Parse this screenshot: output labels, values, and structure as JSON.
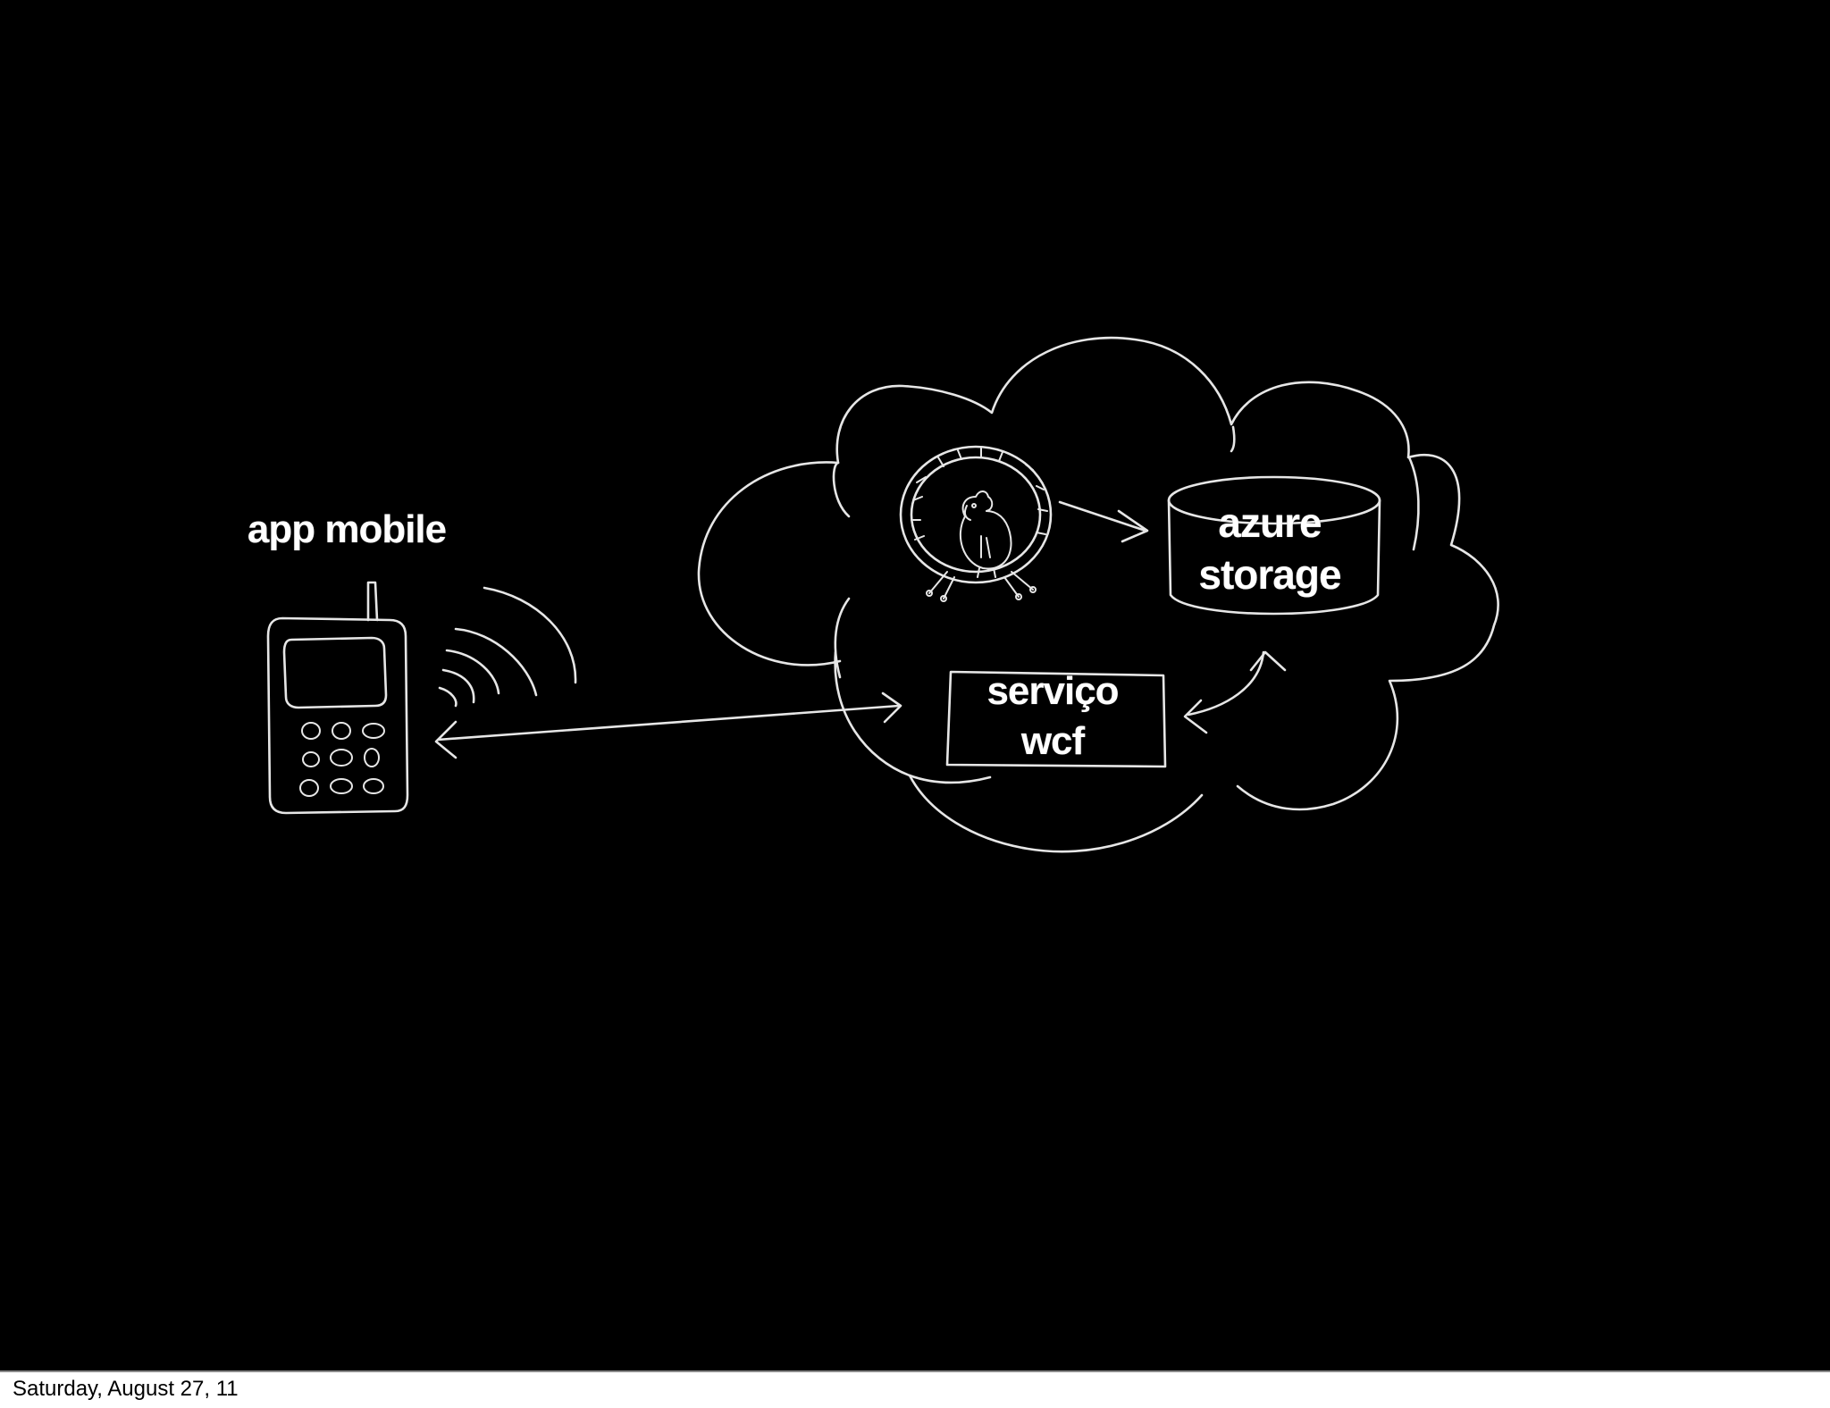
{
  "slide": {
    "background_color": "#000000",
    "stroke_color": "#e6e6e6"
  },
  "labels": {
    "app_mobile": "app mobile",
    "azure_line1": "azure",
    "azure_line2": "storage",
    "wcf_line1": "serviço",
    "wcf_line2": "wcf"
  },
  "footer": {
    "date": "Saturday, August 27, 11"
  },
  "icons": {
    "phone": "mobile-phone-icon",
    "signal": "wireless-signal-icon",
    "cloud": "cloud-icon",
    "worker": "hamster-wheel-icon",
    "storage": "database-cylinder-icon"
  }
}
